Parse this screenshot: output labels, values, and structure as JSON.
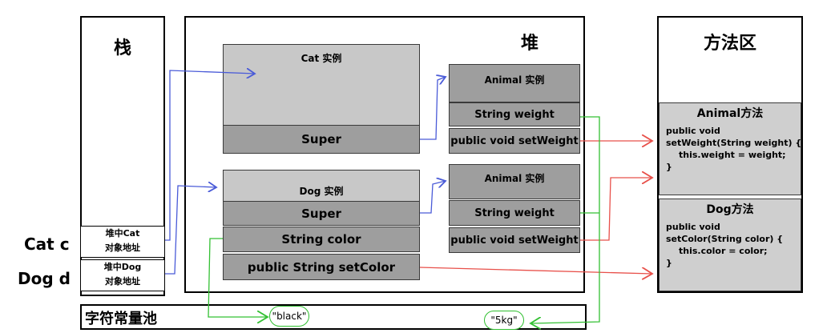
{
  "stack": {
    "title": "栈",
    "cells": [
      {
        "line1": "堆中Cat",
        "line2": "对象地址"
      },
      {
        "line1": "堆中Dog",
        "line2": "对象地址"
      }
    ]
  },
  "refs": {
    "cat": "Cat c",
    "dog": "Dog d"
  },
  "heap": {
    "title": "堆",
    "cat_instance": {
      "title": "Cat 实例",
      "super": "Super"
    },
    "dog_instance": {
      "title": "Dog 实例",
      "super": "Super",
      "field": "String color",
      "method": "public String setColor"
    },
    "animal_instance_1": {
      "title": "Animal 实例",
      "field": "String weight",
      "method": "public void setWeight"
    },
    "animal_instance_2": {
      "title": "Animal 实例",
      "field": "String weight",
      "method": "public void setWeight"
    }
  },
  "method_area": {
    "title": "方法区",
    "animal": {
      "title": "Animal方法",
      "lines": [
        "public void",
        "setWeight(String weight) {",
        "this.weight = weight;",
        "}"
      ]
    },
    "dog": {
      "title": "Dog方法",
      "lines": [
        "public void",
        "setColor(String color) {",
        "this.color = color;",
        "}"
      ]
    }
  },
  "constant_pool": {
    "title": "字符常量池",
    "values": [
      "\"black\"",
      "\"5kg\""
    ]
  },
  "colors": {
    "ref_arrow": "#4a5bd8",
    "method_arrow": "#e8504a",
    "string_arrow": "#33c033"
  }
}
